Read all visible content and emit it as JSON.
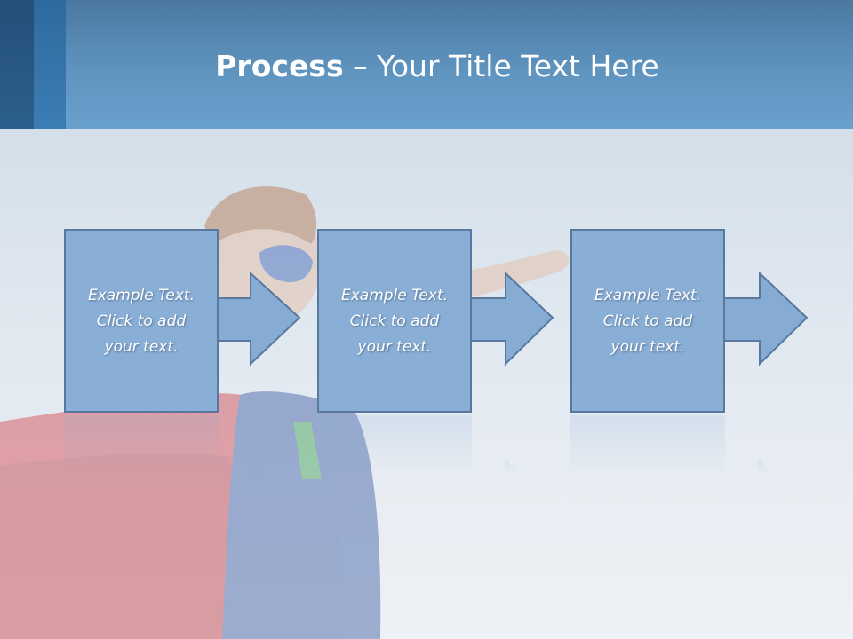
{
  "slide": {
    "title_bold": "Process",
    "title_rest": " – Your Title Text Here"
  },
  "steps": [
    {
      "line1": "Example Text.",
      "line2": "Click  to add",
      "line3": "your text."
    },
    {
      "line1": "Example Text.",
      "line2": "Click  to add",
      "line3": "your text."
    },
    {
      "line1": "Example Text.",
      "line2": "Click  to add",
      "line3": "your text."
    }
  ],
  "colors": {
    "box_fill": "#8aafd6",
    "box_stroke": "#5878a0",
    "arrow_fill": "#86acd4",
    "header": "#5f94bf",
    "cape": "#c0454a",
    "suit": "#3f5fa0"
  },
  "background_image": "superhero-child-with-cape-and-mask"
}
